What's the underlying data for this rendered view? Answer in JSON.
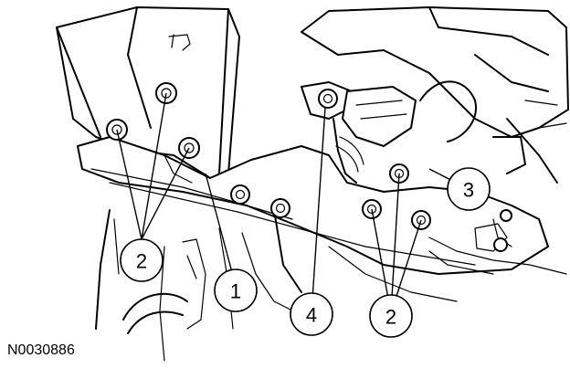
{
  "figure": {
    "reference_code": "N0030886",
    "callouts": [
      {
        "id": "bolts-left",
        "label": "2"
      },
      {
        "id": "part-1",
        "label": "1"
      },
      {
        "id": "connector",
        "label": "4"
      },
      {
        "id": "bolts-right",
        "label": "2"
      },
      {
        "id": "part-3",
        "label": "3"
      }
    ]
  }
}
